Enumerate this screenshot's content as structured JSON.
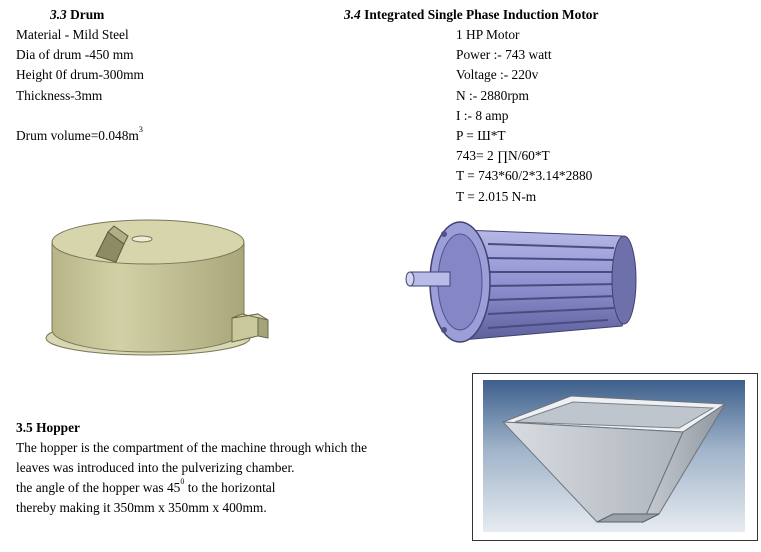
{
  "drum": {
    "num": "3.3",
    "title": "Drum",
    "material": "Material - Mild Steel",
    "dia": "Dia of drum -450 mm",
    "height": "Height 0f drum-300mm",
    "thickness": "Thickness-3mm",
    "volume_text": "Drum volume=0.048m",
    "volume_sup": "3"
  },
  "motor": {
    "num": "3.4",
    "title": "Integrated Single Phase Induction Motor",
    "lines": [
      "1 HP Motor",
      "Power :- 743 watt",
      "Voltage :- 220v",
      "N :- 2880rpm",
      "I :- 8 amp",
      "P = Ш*T",
      "743= 2 ∏N/60*T",
      "T = 743*60/2*3.14*2880",
      "T = 2.015 N-m"
    ]
  },
  "hopper": {
    "num": "3.5",
    "title": "Hopper",
    "line1": "The hopper is the compartment of the machine through which the",
    "line2": "leaves was introduced into the pulverizing chamber.",
    "line3_pre": " the angle of the hopper was 45",
    "line3_sup": "0",
    "line3_post": " to the horizontal",
    "line4": "thereby making it 350mm x 350mm x 400mm."
  },
  "colors": {
    "drum_body": "#c8c79b",
    "motor_body": "#8d8fcf",
    "hopper_bg": "#4a6b95"
  }
}
